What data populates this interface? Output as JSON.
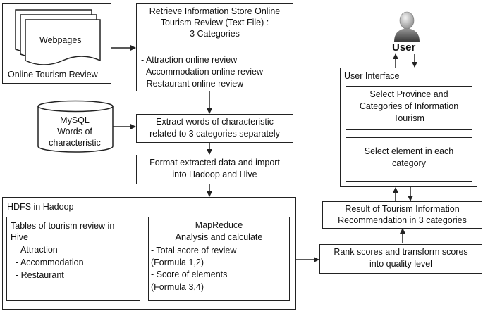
{
  "online_review": {
    "doc_label": "Webpages",
    "caption": "Online Tourism Review"
  },
  "retrieve": {
    "title_lines": [
      "Retrieve Information Store Online",
      "Tourism Review (Text File) :",
      "3 Categories"
    ],
    "items": [
      "- Attraction online review",
      "- Accommodation online review",
      "- Restaurant online review"
    ]
  },
  "mysql": {
    "lines": [
      "MySQL",
      "Words of",
      "characteristic"
    ]
  },
  "extract": {
    "lines": [
      "Extract words of characteristic",
      "related to 3 categories separately"
    ]
  },
  "format": {
    "lines": [
      "Format extracted data and import",
      "into Hadoop and Hive"
    ]
  },
  "hdfs": {
    "title": "HDFS in Hadoop",
    "tables": {
      "title_lines": [
        "Tables of tourism review in",
        "Hive"
      ],
      "items": [
        "- Attraction",
        "- Accommodation",
        "- Restaurant"
      ]
    },
    "mapreduce": {
      "title_lines": [
        "MapReduce",
        "Analysis and calculate"
      ],
      "items": [
        " - Total score of review",
        "(Formula 1,2)",
        " - Score of elements",
        "(Formula 3,4)"
      ]
    }
  },
  "user": {
    "label": "User"
  },
  "user_interface": {
    "title": "User Interface",
    "select_province": [
      "Select Province and",
      "Categories of Information",
      "Tourism"
    ],
    "select_element": [
      "Select element in each",
      "category"
    ]
  },
  "result": {
    "lines": [
      "Result of Tourism Information",
      "Recommendation in 3 categories"
    ]
  },
  "rank": {
    "lines": [
      "Rank scores and transform scores",
      "into quality level"
    ]
  }
}
